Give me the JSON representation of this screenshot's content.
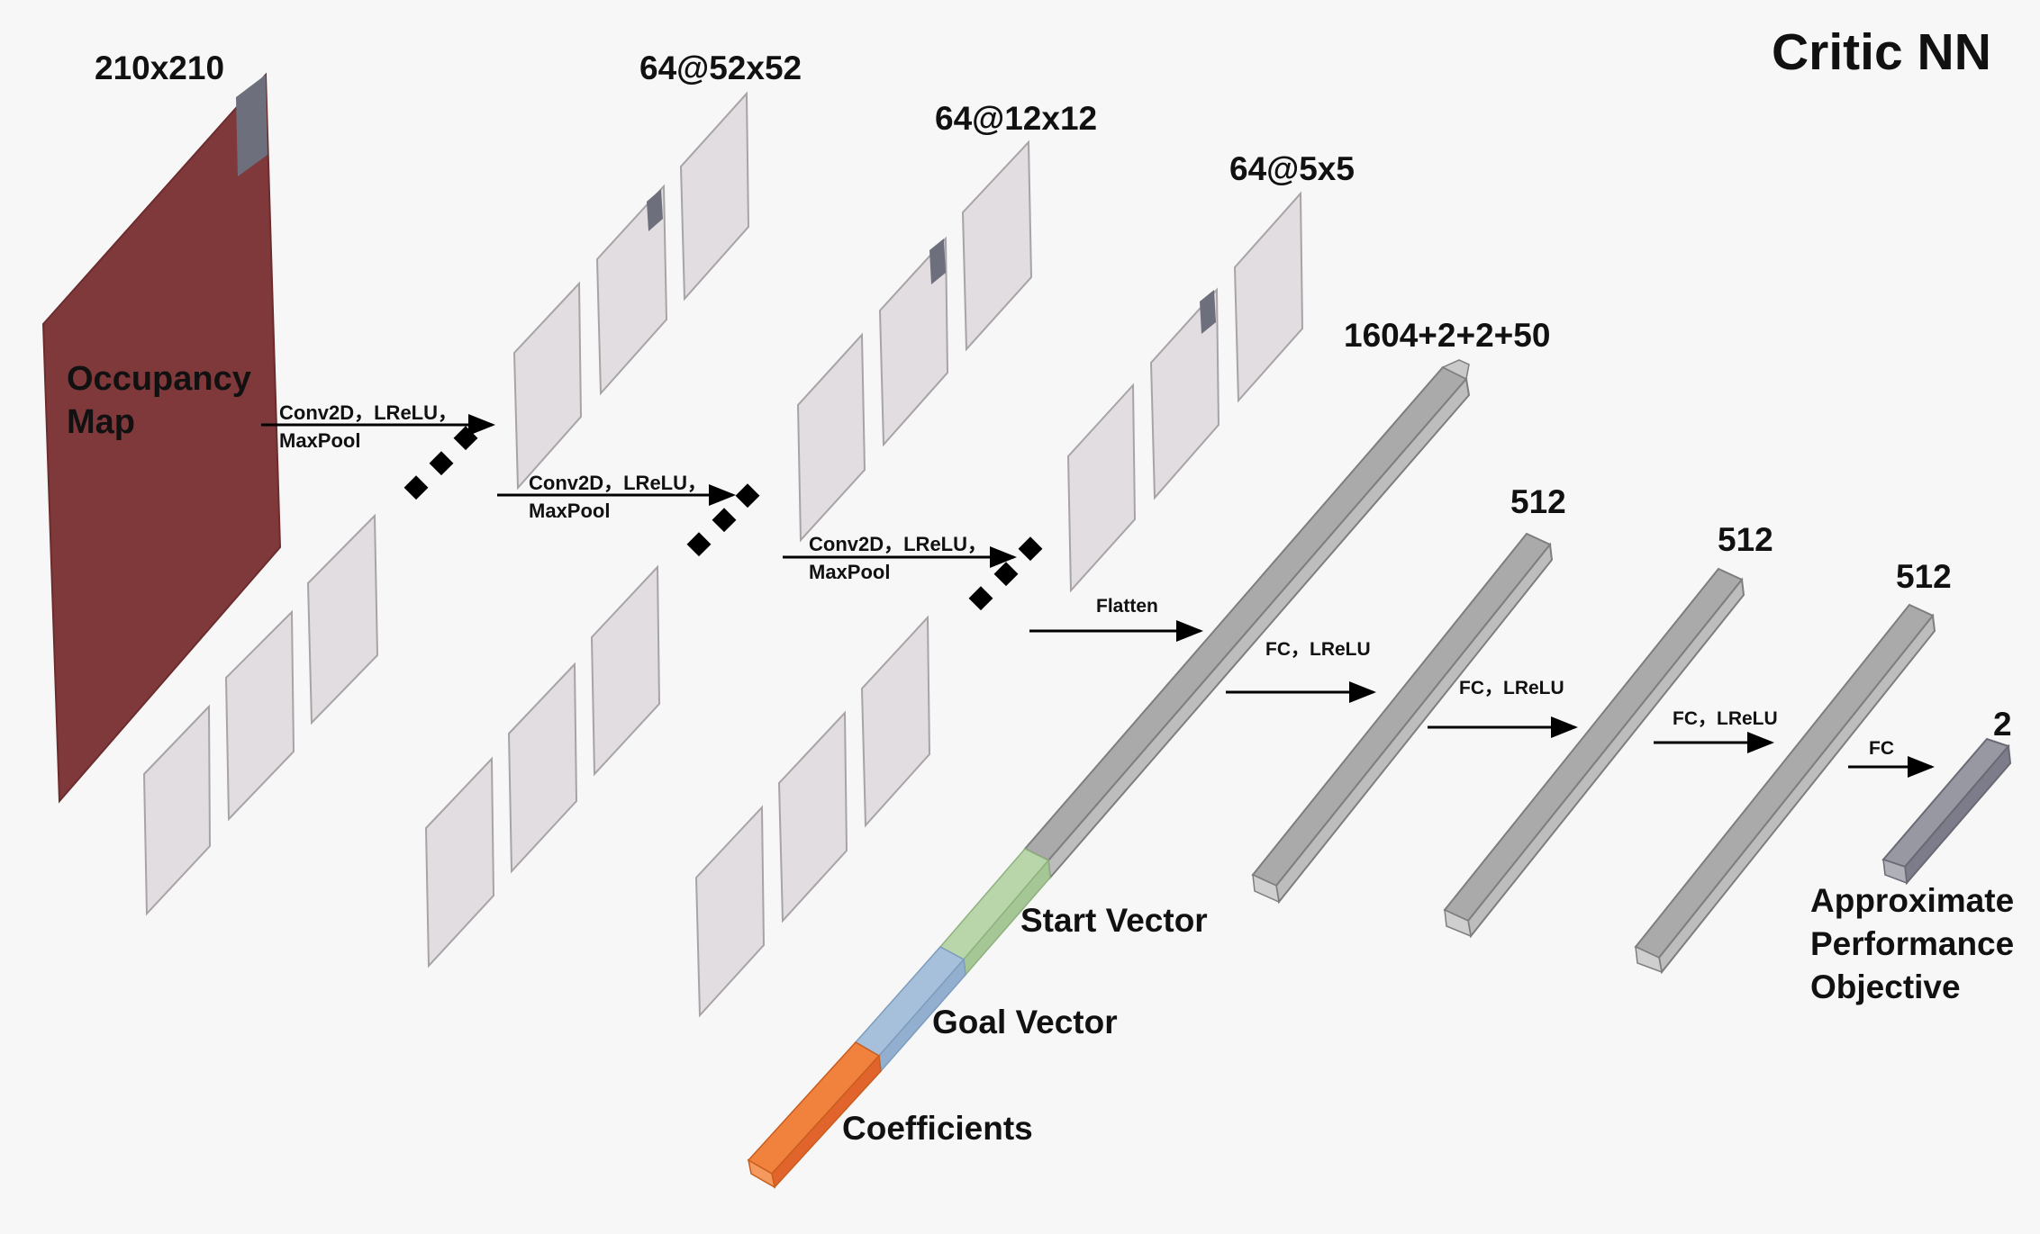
{
  "title": "Critic NN",
  "input": {
    "dim": "210x210",
    "label_lines": [
      "Occupancy",
      "Map"
    ]
  },
  "conv_layers": [
    {
      "dim": "64@52x52",
      "op_lines": [
        "Conv2D，LReLU，",
        "MaxPool"
      ]
    },
    {
      "dim": "64@12x12",
      "op_lines": [
        "Conv2D，LReLU，",
        "MaxPool"
      ]
    },
    {
      "dim": "64@5x5",
      "op_lines": [
        "Conv2D，LReLU，",
        "MaxPool"
      ]
    }
  ],
  "flatten": {
    "dim": "1604+2+2+50",
    "op": "Flatten",
    "segments": [
      "Start Vector",
      "Goal Vector",
      "Coefficients"
    ]
  },
  "fc_layers": [
    {
      "dim": "512",
      "op": "FC，LReLU"
    },
    {
      "dim": "512",
      "op": "FC，LReLU"
    },
    {
      "dim": "512",
      "op": "FC，LReLU"
    },
    {
      "dim": "2",
      "op": "FC"
    }
  ],
  "output": {
    "label_lines": [
      "Approximate",
      "Performance",
      "Objective"
    ]
  },
  "colors": {
    "occupancy_map": "#80393b",
    "feature_map": "#e2dde1",
    "bar": "#a9a9a9",
    "start_vector": "#b8d6a9",
    "goal_vector": "#a6c0dc",
    "coefficients": "#f0823e",
    "output_bar": "#8a8a94"
  }
}
